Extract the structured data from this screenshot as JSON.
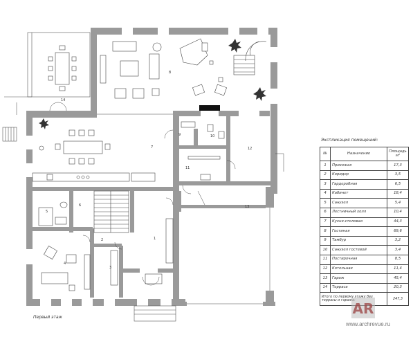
{
  "plan": {
    "caption": "Первый этаж",
    "room_labels": [
      "14",
      "8",
      "7",
      "5",
      "10",
      "9",
      "11",
      "12",
      "13",
      "6",
      "2",
      "1",
      "4",
      "3"
    ]
  },
  "legend": {
    "title": "Экспликация помещений:",
    "headers": [
      "№",
      "Назначение",
      "Площадь м²"
    ],
    "rows": [
      {
        "n": "1",
        "name": "Прихожая",
        "area": "17,3"
      },
      {
        "n": "2",
        "name": "Коридор",
        "area": "3,5"
      },
      {
        "n": "3",
        "name": "Гардеробная",
        "area": "6,5"
      },
      {
        "n": "4",
        "name": "Кабинет",
        "area": "18,4"
      },
      {
        "n": "5",
        "name": "Санузел",
        "area": "5,4"
      },
      {
        "n": "6",
        "name": "Лестничный холл",
        "area": "10,4"
      },
      {
        "n": "7",
        "name": "Кухня-столовая",
        "area": "44,3"
      },
      {
        "n": "8",
        "name": "Гостиная",
        "area": "69,6"
      },
      {
        "n": "9",
        "name": "Тамбур",
        "area": "3,2"
      },
      {
        "n": "10",
        "name": "Санузел гостевой",
        "area": "3,4"
      },
      {
        "n": "11",
        "name": "Постирочная",
        "area": "8,5"
      },
      {
        "n": "12",
        "name": "Котельная",
        "area": "11,4"
      },
      {
        "n": "13",
        "name": "Гараж",
        "area": "45,4"
      },
      {
        "n": "14",
        "name": "Терраса",
        "area": "20,3"
      }
    ],
    "total_label": "Итого по первому этажу без террасы и гаража:",
    "total_value": "247,3"
  },
  "watermark": {
    "logo_text": "AR",
    "site": "www.archrevue.ru"
  },
  "colors": {
    "wall": "#9a9a9a",
    "line": "#333333",
    "furniture": "#555555"
  }
}
